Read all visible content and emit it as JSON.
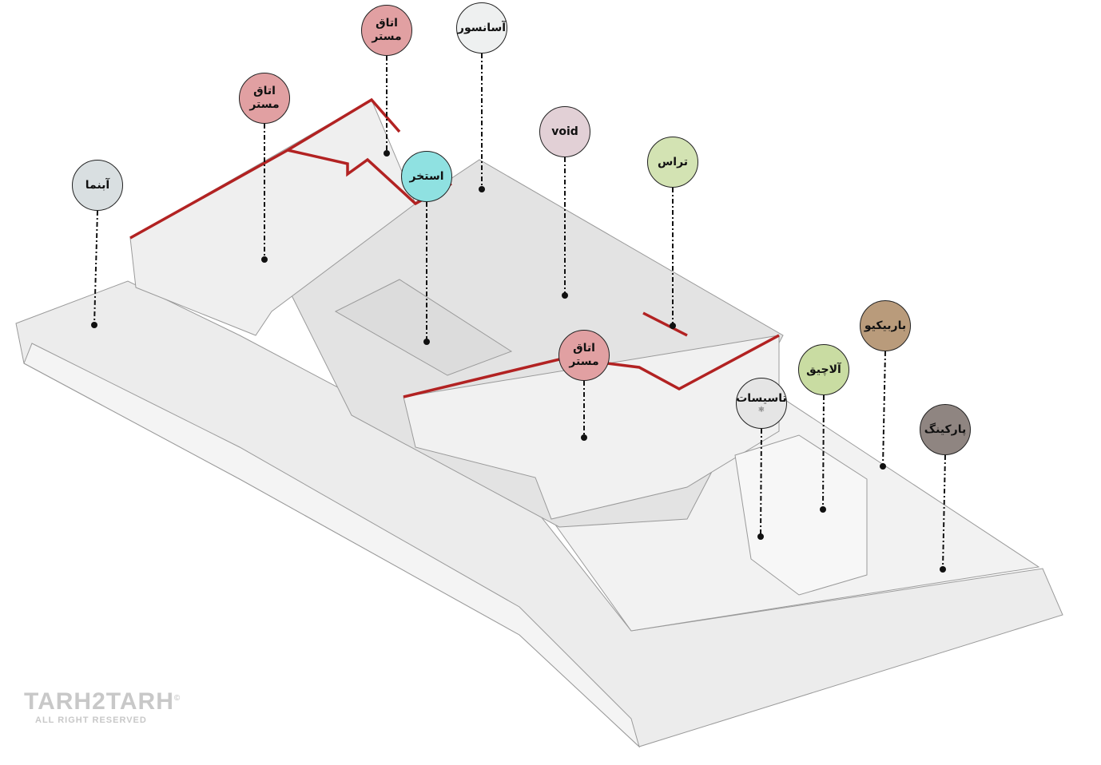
{
  "labels": [
    {
      "id": "abnama",
      "text": "آبنما",
      "color": "#d9dfe1"
    },
    {
      "id": "master1",
      "text": "اتاق مستر",
      "color": "#e1a0a2"
    },
    {
      "id": "master2",
      "text": "اتاق مستر",
      "color": "#e1a0a2"
    },
    {
      "id": "elevator",
      "text": "آسانسور",
      "color": "#eef0f0"
    },
    {
      "id": "void",
      "text": "void",
      "color": "#e2d0d6"
    },
    {
      "id": "terrace",
      "text": "تراس",
      "color": "#d3e3b3"
    },
    {
      "id": "pool",
      "text": "استخر",
      "color": "#8fe1e1"
    },
    {
      "id": "master3",
      "text": "اتاق مستر",
      "color": "#e1a0a2"
    },
    {
      "id": "barbecue",
      "text": "باربیکیو",
      "color": "#b99b7b"
    },
    {
      "id": "gazebo",
      "text": "آلاچیق",
      "color": "#c9dca2"
    },
    {
      "id": "facilities",
      "text": "تاسیسات",
      "sub": "⚛",
      "color": "#e5e5e5"
    },
    {
      "id": "parking",
      "text": "پارکینگ",
      "color": "#8f8581"
    }
  ],
  "watermark": {
    "brand": "TARH2TARH",
    "rights": "ALL RIGHT RESERVED",
    "copyright": "©"
  },
  "colors": {
    "section_cut": "#b22222",
    "model": "#e9e9e9",
    "model_line": "#9a9a9a"
  }
}
